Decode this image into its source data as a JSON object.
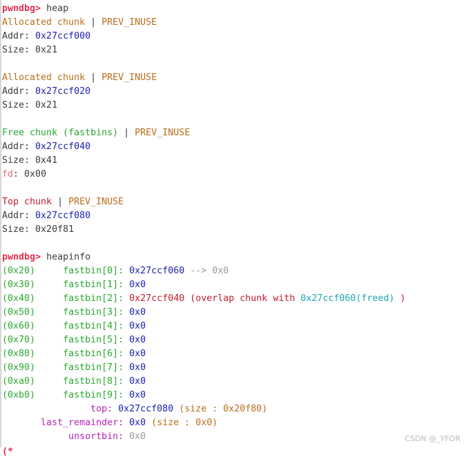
{
  "prompt": "pwndbg>",
  "heap_cmd": "heap",
  "chunks": [
    {
      "title": "Allocated chunk",
      "sep": "|",
      "flag": "PREV_INUSE",
      "addr_label": "Addr:",
      "addr": "0x27ccf000",
      "size_label": "Size:",
      "size": "0x21"
    },
    {
      "title": "Allocated chunk",
      "sep": "|",
      "flag": "PREV_INUSE",
      "addr_label": "Addr:",
      "addr": "0x27ccf020",
      "size_label": "Size:",
      "size": "0x21"
    },
    {
      "title": "Free chunk (fastbins)",
      "sep": "|",
      "flag": "PREV_INUSE",
      "addr_label": "Addr:",
      "addr": "0x27ccf040",
      "size_label": "Size:",
      "size": "0x41",
      "fd_label": "fd",
      "fd_sep": ":",
      "fd": "0x00"
    },
    {
      "title": "Top chunk",
      "sep": "|",
      "flag": "PREV_INUSE",
      "addr_label": "Addr:",
      "addr": "0x27ccf080",
      "size_label": "Size:",
      "size": "0x20f81"
    }
  ],
  "heapinfo_cmd": "heapinfo",
  "fastbins": [
    {
      "size": "(0x20)",
      "name": "fastbin[0]:",
      "value": "0x27ccf060",
      "arrow": "--> 0x0"
    },
    {
      "size": "(0x30)",
      "name": "fastbin[1]:",
      "value": "0x0"
    },
    {
      "size": "(0x40)",
      "name": "fastbin[2]:",
      "value": "0x27ccf040",
      "note_open": "(overlap chunk with",
      "note_addr": "0x27ccf060(freed)",
      "note_close": ")"
    },
    {
      "size": "(0x50)",
      "name": "fastbin[3]:",
      "value": "0x0"
    },
    {
      "size": "(0x60)",
      "name": "fastbin[4]:",
      "value": "0x0"
    },
    {
      "size": "(0x70)",
      "name": "fastbin[5]:",
      "value": "0x0"
    },
    {
      "size": "(0x80)",
      "name": "fastbin[6]:",
      "value": "0x0"
    },
    {
      "size": "(0x90)",
      "name": "fastbin[7]:",
      "value": "0x0"
    },
    {
      "size": "(0xa0)",
      "name": "fastbin[8]:",
      "value": "0x0"
    },
    {
      "size": "(0xb0)",
      "name": "fastbin[9]:",
      "value": "0x0"
    }
  ],
  "top": {
    "label": "top:",
    "value": "0x27ccf080",
    "size": "(size : 0x20f80)"
  },
  "last_remainder": {
    "label": "last_remainder:",
    "value": "0x0",
    "size": "(size : 0x0)"
  },
  "unsortbin": {
    "label": "unsortbin:",
    "value": "0x0"
  },
  "watermark": "CSDN @_YFOR",
  "partial_glyph": "(*"
}
